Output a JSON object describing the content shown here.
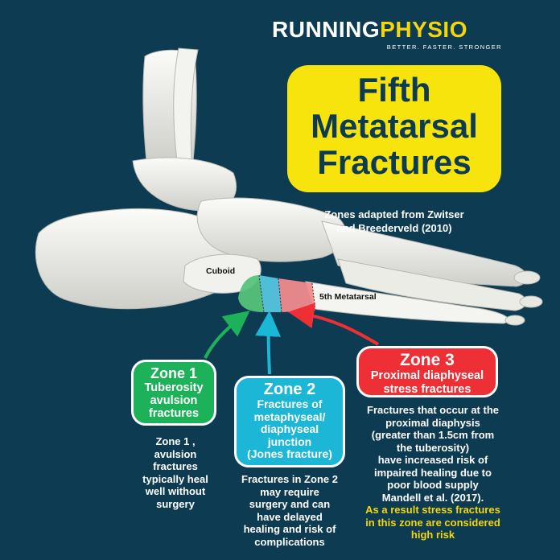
{
  "brand": {
    "name_part1": "RUNNING",
    "name_part2": "PHYSIO",
    "tagline": "BETTER. FASTER. STRONGER"
  },
  "title": {
    "line1": "Fifth",
    "line2": "Metatarsal",
    "line3": "Fractures"
  },
  "source_note": {
    "line1": "Zones adapted from Zwitser",
    "line2": "and Breederveld (2010)"
  },
  "labels": {
    "cuboid": "Cuboid",
    "metatarsal": "5th Metatarsal"
  },
  "zones": [
    {
      "title": "Zone 1",
      "subtitle": [
        "Tuberosity",
        "avulsion",
        "fractures"
      ],
      "description": [
        "Zone 1 ,",
        "avulsion",
        "fractures",
        "typically heal",
        "well without",
        "surgery"
      ],
      "color": "#1db15a"
    },
    {
      "title": "Zone 2",
      "subtitle": [
        "Fractures of",
        "metaphyseal/",
        "diaphyseal",
        "junction",
        "(Jones fracture)"
      ],
      "description": [
        "Fractures in Zone 2",
        "may require",
        "surgery and can",
        "have delayed",
        "healing and risk of",
        "complications"
      ],
      "color": "#1cb6d7"
    },
    {
      "title": "Zone 3",
      "subtitle": [
        "Proximal diaphyseal",
        "stress fractures"
      ],
      "description": [
        "Fractures that occur at the",
        "proximal diaphysis",
        "(greater than 1.5cm from",
        "the tuberosity)",
        "have increased risk of",
        "impaired healing due to",
        "poor blood supply",
        "Mandell et al. (2017)."
      ],
      "highlight": [
        "As a result stress fractures",
        "in this zone are considered",
        "high risk"
      ],
      "color": "#ee2f35"
    }
  ],
  "colors": {
    "background": "#0d3b52",
    "title_box": "#f6e40c",
    "accent_yellow": "#f5d60a",
    "bone": "#eeeeea"
  }
}
